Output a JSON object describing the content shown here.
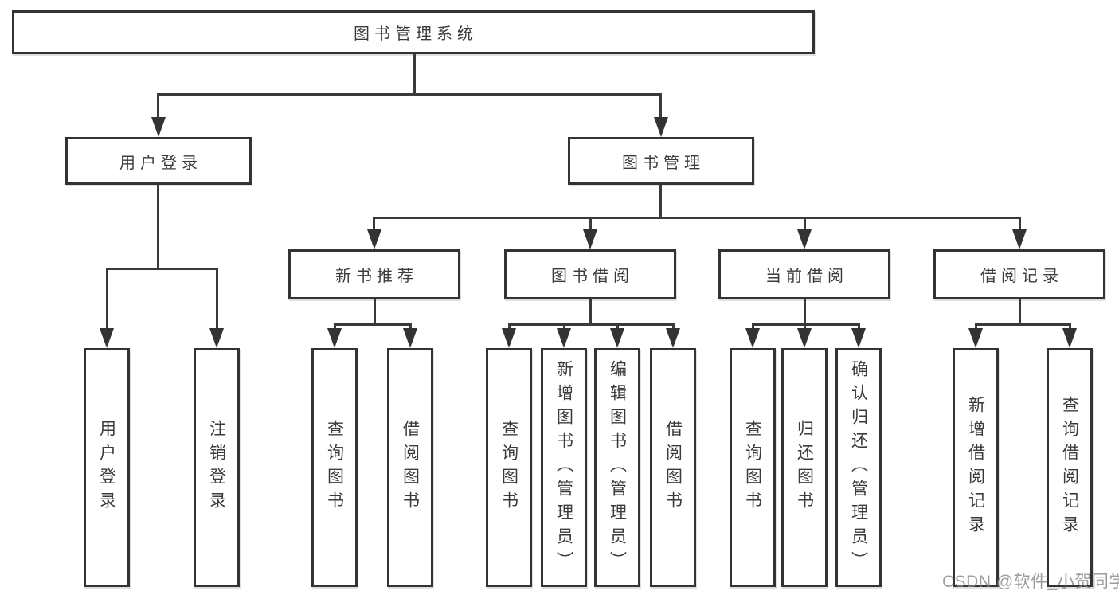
{
  "tree": {
    "root": {
      "label": "图书管理系统",
      "children": [
        {
          "label": "用户登录",
          "children": [
            {
              "label": "用户登录"
            },
            {
              "label": "注销登录"
            }
          ]
        },
        {
          "label": "图书管理",
          "children": [
            {
              "label": "新书推荐",
              "children": [
                {
                  "label": "查询图书"
                },
                {
                  "label": "借阅图书"
                }
              ]
            },
            {
              "label": "图书借阅",
              "children": [
                {
                  "label": "查询图书"
                },
                {
                  "label": "新增图书（管理员）"
                },
                {
                  "label": "编辑图书（管理员）"
                },
                {
                  "label": "借阅图书"
                }
              ]
            },
            {
              "label": "当前借阅",
              "children": [
                {
                  "label": "查询图书"
                },
                {
                  "label": "归还图书"
                },
                {
                  "label": "确认归还（管理员）"
                }
              ]
            },
            {
              "label": "借阅记录",
              "children": [
                {
                  "label": "新增借阅记录"
                },
                {
                  "label": "查询借阅记录"
                }
              ]
            }
          ]
        }
      ]
    }
  },
  "watermark": {
    "text": "CSDN @软件_小贺同学"
  },
  "colors": {
    "line": "#333333",
    "text": "#3b3b3b",
    "watermark": "#878787",
    "background": "#ffffff"
  }
}
